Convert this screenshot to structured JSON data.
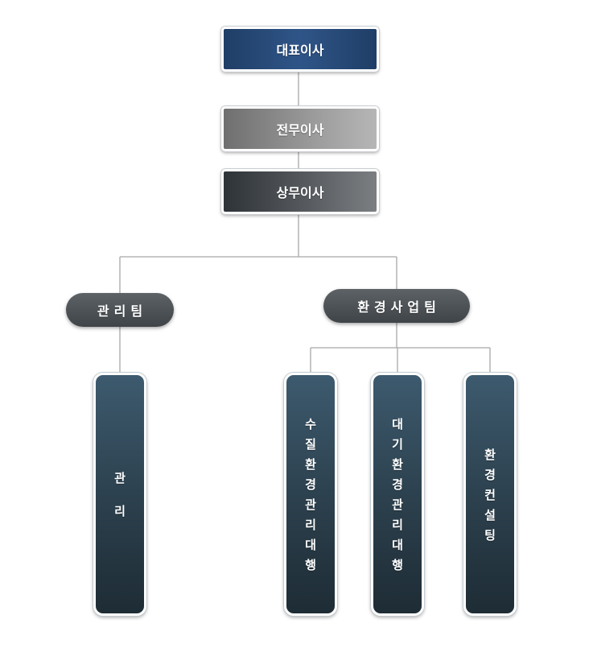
{
  "org_chart": {
    "ceo": "대표이사",
    "executive_director": "전무이사",
    "managing_director": "상무이사",
    "teams": {
      "admin": {
        "name": "관리팀",
        "units": [
          "관리"
        ]
      },
      "environment": {
        "name": "환경사업팀",
        "units": [
          "수질환경관리대행",
          "대기환경관리대행",
          "환경컨설팅"
        ]
      }
    }
  },
  "colors": {
    "ceo": "#2a4c7d",
    "executive_director": "#9a9a9a",
    "managing_director": "#4f5357",
    "team_pill": "#4a4f53",
    "unit_column": "#2e4250",
    "connector": "#a8a8a8"
  }
}
